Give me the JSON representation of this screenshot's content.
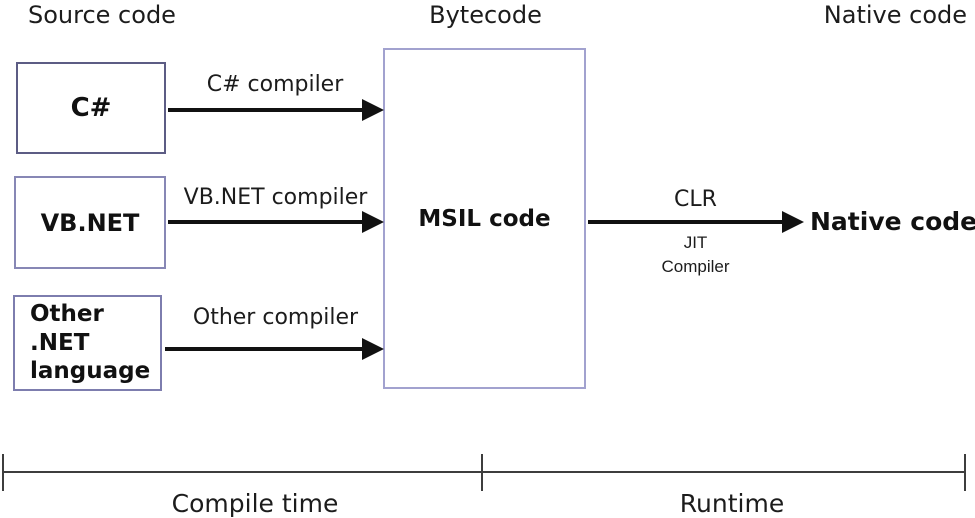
{
  "headings": {
    "source_code": "Source code",
    "bytecode": "Bytecode",
    "native_code": "Native code"
  },
  "source_boxes": {
    "csharp": "C#",
    "vbnet": "VB.NET",
    "other_line1": "Other .NET",
    "other_line2": "language"
  },
  "msil_box": {
    "label": "MSIL code"
  },
  "arrow_labels": {
    "csharp": "C# compiler",
    "vbnet": "VB.NET compiler",
    "other": "Other compiler",
    "clr": "CLR",
    "jit_line1": "JIT",
    "jit_line2": "Compiler"
  },
  "native_output": "Native code",
  "timeline": {
    "compile": "Compile time",
    "runtime": "Runtime"
  },
  "colors": {
    "csharp_box_border": "#5c5c84",
    "vbnet_box_border": "#8787b5",
    "other_box_border": "#7d7dae",
    "msil_box_border": "#a2a2cf",
    "arrow": "#111111",
    "text": "#1c1c1c",
    "timeline": "#3d3d3d",
    "background": "#ffffff"
  }
}
